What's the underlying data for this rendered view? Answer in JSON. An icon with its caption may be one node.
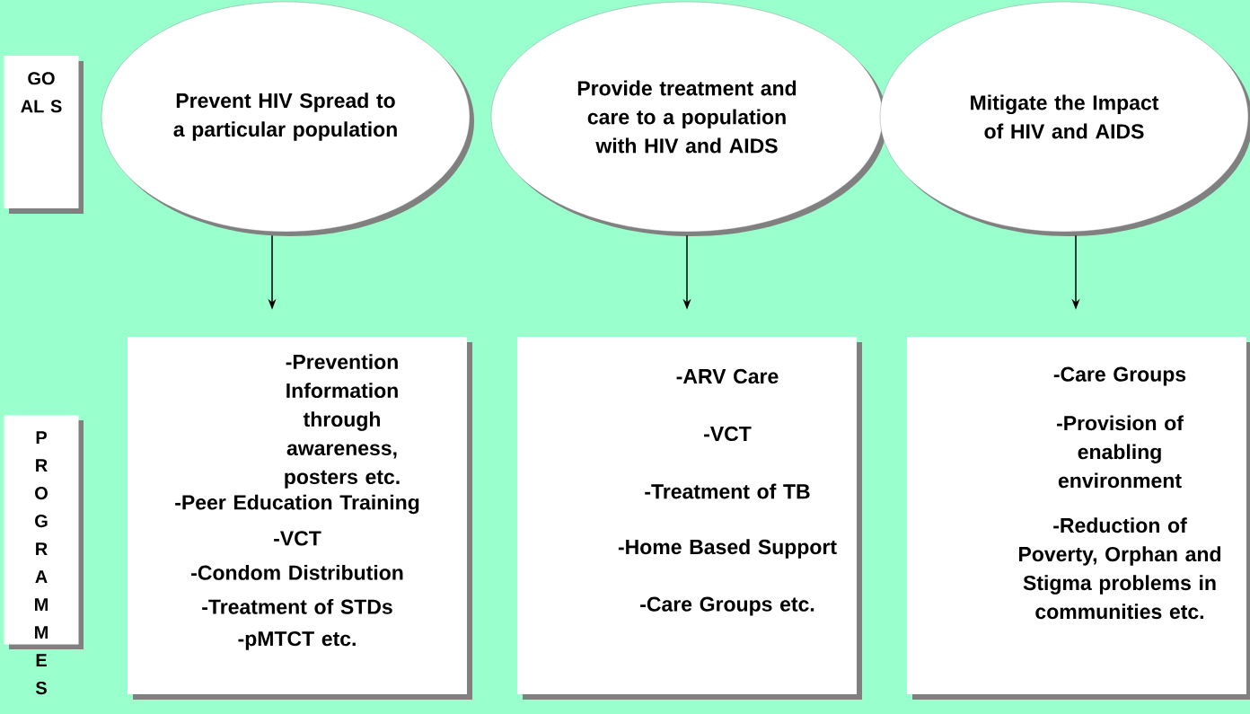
{
  "diagram": {
    "nodes": [
      {
        "text": [
          "GO AL S"
        ]
      },
      {
        "text": [
          "Prevent HIV Spread to a particular population"
        ]
      },
      {
        "text": [
          "Provide treatment and care to a population with HIV and AIDS"
        ]
      },
      {
        "text": [
          "Mitigate the Impact of HIV and AIDS"
        ]
      },
      {
        "text": [
          "P R O G R A M M E S"
        ]
      },
      {
        "text": [
          "-**Prevention Information through awareness, posters etc.**",
          "-**Peer Education Training**",
          "-**VCT**",
          "-**Condom Distribution**",
          "-**Treatment of STDs**",
          "-**pMTCT etc.**"
        ]
      },
      {
        "text": [
          "-**ARV Care**",
          "-**VCT**",
          "-**Treatment of TB**",
          "-**Home Based Support**",
          "-**Care Groups etc.**"
        ]
      },
      {
        "text": [
          "-**Care Groups**",
          "-**Provision of enabling environment**",
          "-**Reduction of Poverty, Orphan and Stigma problems in communities etc.**"
        ]
      }
    ],
    "edges": [
      {
        "from": 1,
        "to": 5,
        "arrow": "to"
      },
      {
        "from": 2,
        "to": 6,
        "arrow": "to"
      },
      {
        "from": 3,
        "to": 7,
        "arrow": "to"
      }
    ]
  }
}
